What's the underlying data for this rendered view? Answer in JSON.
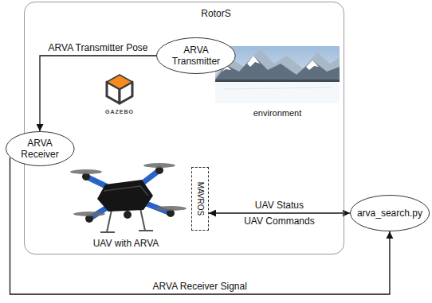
{
  "diagram": {
    "nodes": [
      {
        "text": [
          "RotorS"
        ]
      },
      {
        "text": [
          "ARVA Transmitter"
        ],
        "in": 0
      },
      {
        "text": [
          "ARVA Receiver"
        ],
        "in": 0
      },
      {
        "text": [
          "MAVROS"
        ],
        "in": 0
      },
      {
        "text": [
          "arva_search.py"
        ]
      }
    ],
    "edges": [
      {
        "from": 1,
        "to": 2,
        "arrow": "to",
        "label": "ARVA Transmitter Pose"
      },
      {
        "from": 3,
        "to": 4,
        "arrow": "both",
        "label": "UAV Status"
      },
      {
        "from": 2,
        "to": 4,
        "arrow": "to",
        "label": "ARVA Receiver Signal"
      }
    ],
    "labels": [
      "GAZEBO",
      "environment",
      "UAV with ARVA",
      "UAV Commands"
    ]
  }
}
